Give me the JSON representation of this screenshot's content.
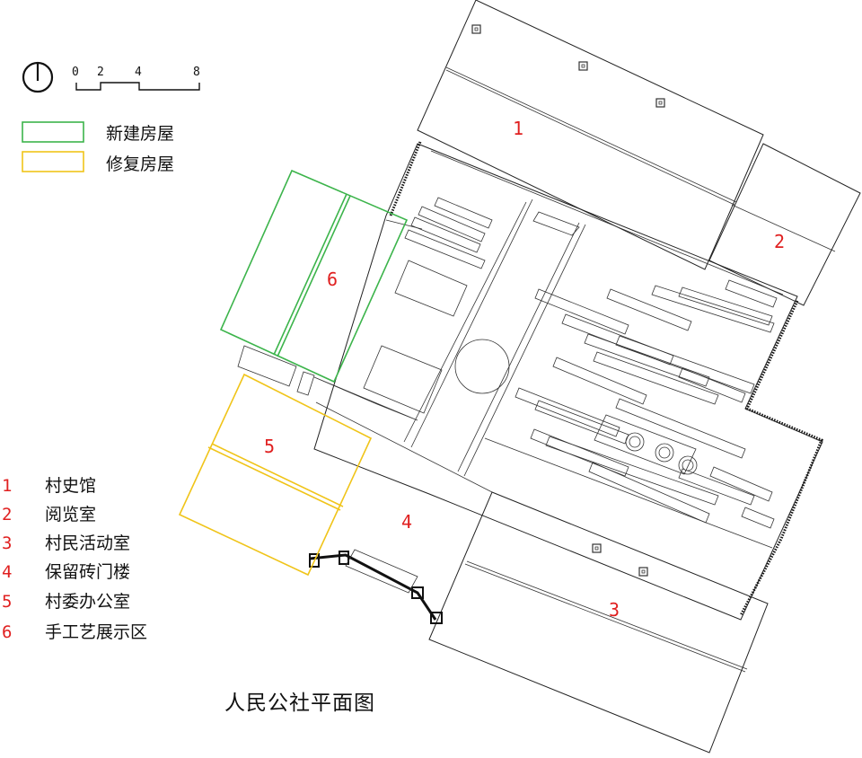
{
  "title": "人民公社平面图",
  "scale": {
    "ticks": [
      "0",
      "2",
      "4",
      "8"
    ]
  },
  "legend": [
    {
      "label": "新建房屋",
      "color": "#3cb44b"
    },
    {
      "label": "修复房屋",
      "color": "#f0c419"
    }
  ],
  "key": [
    {
      "num": "1",
      "label": "村史馆"
    },
    {
      "num": "2",
      "label": "阅览室"
    },
    {
      "num": "3",
      "label": "村民活动室"
    },
    {
      "num": "4",
      "label": "保留砖门楼"
    },
    {
      "num": "5",
      "label": "村委办公室"
    },
    {
      "num": "6",
      "label": "手工艺展示区"
    }
  ],
  "map_labels": [
    "1",
    "2",
    "3",
    "4",
    "5",
    "6"
  ],
  "colors": {
    "number": "#e02020",
    "new": "#3cb44b",
    "restored": "#f0c419"
  }
}
